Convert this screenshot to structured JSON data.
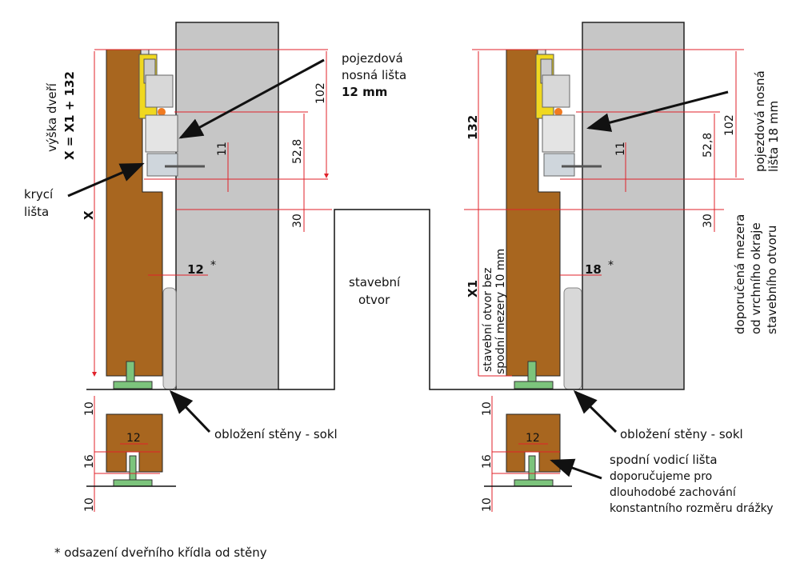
{
  "left": {
    "door_height_label": "výška dveří",
    "door_height_formula": "X = X1 + 132",
    "x_label": "X",
    "cover_strip": [
      "krycí",
      "lišta"
    ],
    "rail_label": [
      "pojezdová",
      "nosná lišta",
      "12 mm"
    ],
    "dim_102": "102",
    "dim_52_8": "52,8",
    "dim_11": "11",
    "dim_30": "30",
    "gap": "12",
    "gap_star": "*",
    "skirting": "obložení stěny - sokl",
    "dim_10_top": "10",
    "dim_10_bottom": "10",
    "dim_16": "16",
    "dim_12_detail": "12"
  },
  "center": {
    "opening": [
      "stavební",
      "otvor"
    ]
  },
  "right": {
    "dim_132": "132",
    "x1_label": "X1",
    "opening_note": [
      "stavební otvor bez",
      "spodní mezery 10 mm"
    ],
    "rail_label": [
      "pojezdová nosná",
      "lišta 18 mm"
    ],
    "gap_note": [
      "doporučená mezera",
      "od vrchního okraje",
      "stavebního otvoru"
    ],
    "dim_102": "102",
    "dim_52_8": "52,8",
    "dim_11": "11",
    "dim_30": "30",
    "gap": "18",
    "gap_star": "*",
    "skirting": "obložení stěny - sokl",
    "dim_10_top": "10",
    "dim_10_bottom": "10",
    "dim_16": "16",
    "dim_12_detail": "12",
    "guide_title": "spodní vodicí lišta",
    "guide_note": [
      "doporučujeme pro",
      "dlouhodobé zachování",
      "konstantního rozměru drážky"
    ]
  },
  "footnote": "* odsazení dveřního křídla od stěny"
}
